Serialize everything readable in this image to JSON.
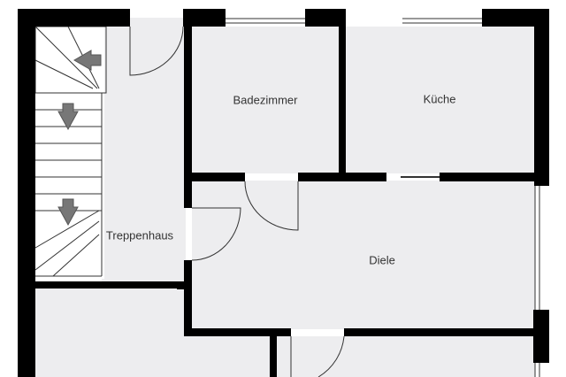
{
  "floorplan": {
    "rooms": [
      {
        "name": "Badezimmer"
      },
      {
        "name": "Küche"
      },
      {
        "name": "Treppenhaus"
      },
      {
        "name": "Diele"
      }
    ],
    "colors": {
      "wall": "#000000",
      "floor": "#ededef",
      "background": "#ffffff",
      "arrow": "#777777"
    },
    "icons": [
      "stair-arrow-left-icon",
      "stair-arrow-down-icon",
      "stair-arrow-down-icon"
    ]
  }
}
